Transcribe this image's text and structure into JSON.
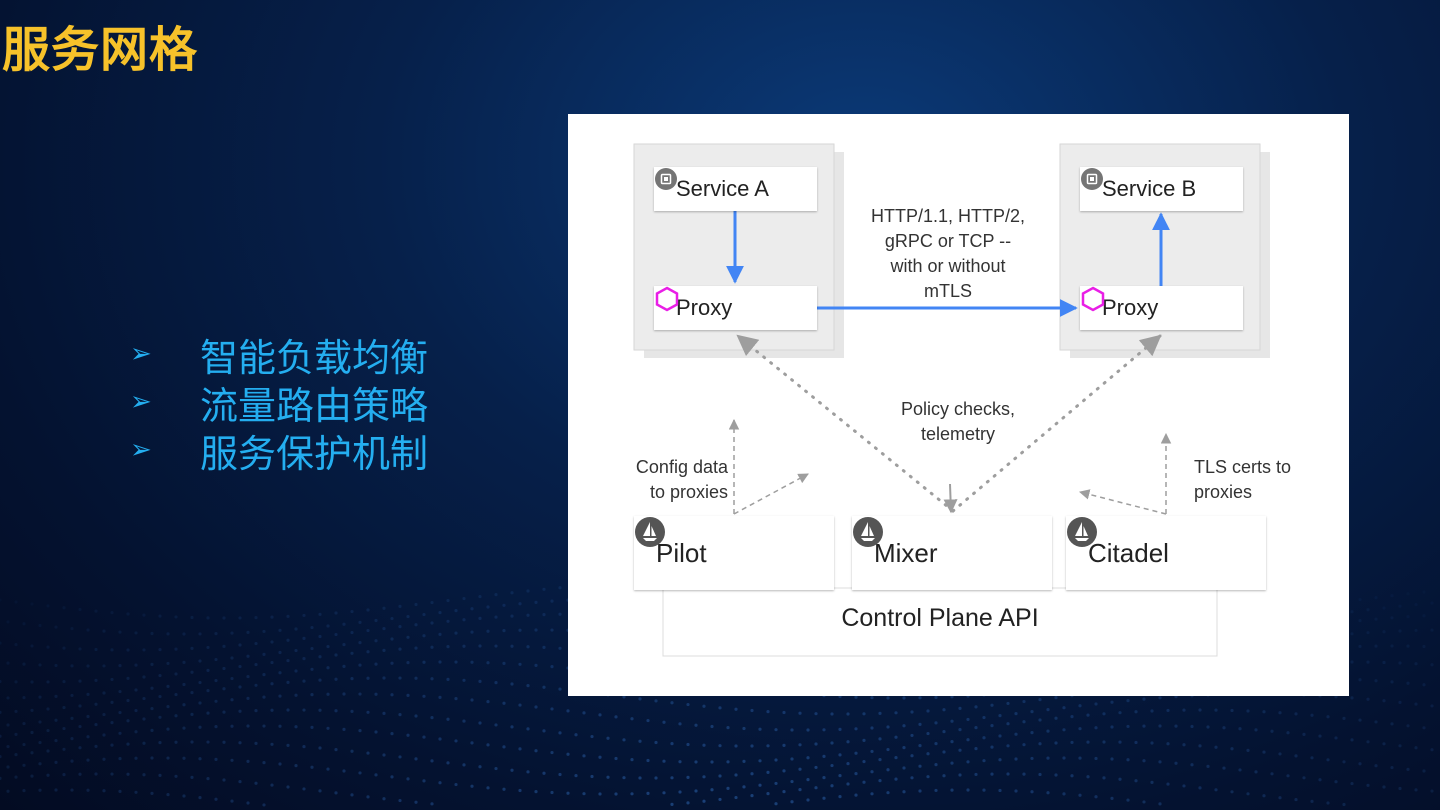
{
  "slide": {
    "title": "服务网格",
    "bullets": [
      {
        "marker": "➢",
        "text": "智能负载均衡"
      },
      {
        "marker": "➢",
        "text": "流量路由策略"
      },
      {
        "marker": "➢",
        "text": "服务保护机制"
      }
    ]
  },
  "diagram": {
    "service_a": "Service A",
    "service_b": "Service B",
    "proxy_a": "Proxy",
    "proxy_b": "Proxy",
    "protocol_note": [
      "HTTP/1.1, HTTP/2,",
      "gRPC or TCP --",
      "with or without",
      "mTLS"
    ],
    "policy_note": [
      "Policy checks,",
      "telemetry"
    ],
    "config_note": [
      "Config data",
      "to proxies"
    ],
    "tls_note": [
      "TLS certs to",
      "proxies"
    ],
    "pilot": "Pilot",
    "mixer": "Mixer",
    "citadel": "Citadel",
    "control_plane": "Control Plane API",
    "colors": {
      "arrow_blue": "#4285f4",
      "proxy_magenta": "#e91ee6",
      "dotted_gray": "#9e9e9e"
    }
  }
}
